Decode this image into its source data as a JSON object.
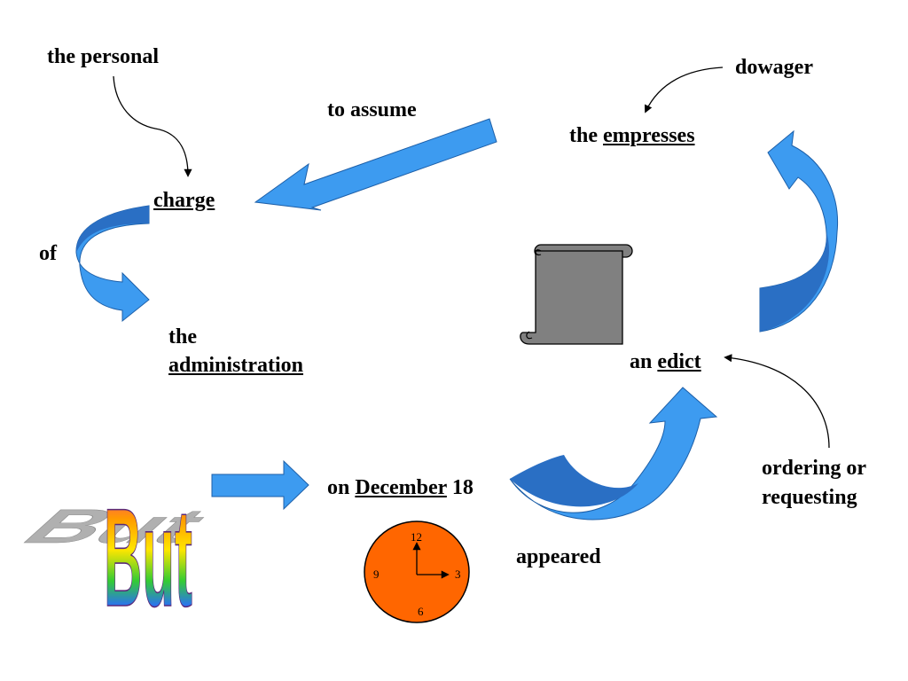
{
  "labels": {
    "the_personal": "the personal",
    "to_assume": "to assume",
    "dowager": "dowager",
    "the_empresses_prefix": "the",
    "empresses": "empresses",
    "charge": "charge",
    "of": "of",
    "the": "the",
    "administration": "administration",
    "an": "an",
    "edict": "edict",
    "ordering_line1": "ordering or",
    "ordering_line2": "requesting",
    "on": "on",
    "december": "December",
    "day": "18",
    "appeared": "appeared",
    "but": "But"
  },
  "clock": {
    "n12": "12",
    "n3": "3",
    "n6": "6",
    "n9": "9",
    "hour": 12,
    "minute": 15
  },
  "colors": {
    "arrow_fill": "#3d9bf0",
    "arrow_dark": "#2a6fc4",
    "scroll_fill": "#808080",
    "clock_face": "#ff6600",
    "wordart_shadow": "#b0b0b0"
  },
  "icons": {
    "scroll": "scroll-icon",
    "clock": "clock-icon",
    "wordart": "wordart-but"
  }
}
